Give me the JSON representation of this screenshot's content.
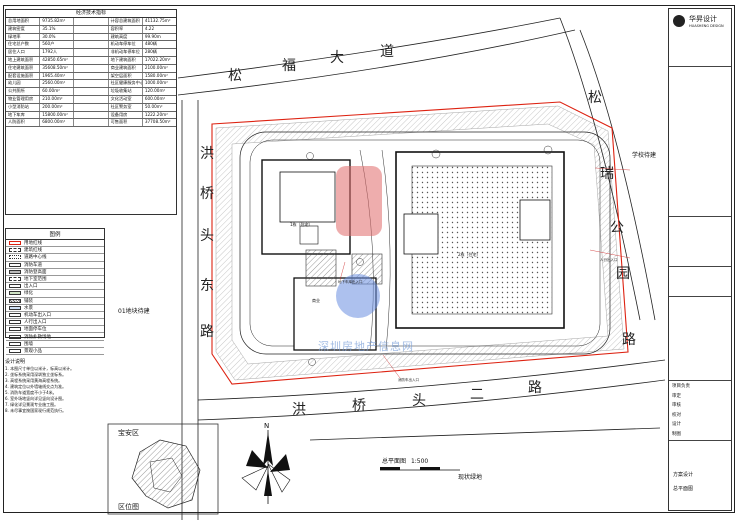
{
  "drawing": {
    "title": "总平面图",
    "scale": "1:500",
    "roads": {
      "north": [
        "松",
        "福",
        "大",
        "道"
      ],
      "east": [
        "松",
        "瑞",
        "公",
        "园"
      ],
      "south": [
        "洪",
        "桥",
        "头",
        "二",
        "路"
      ],
      "west": [
        "洪",
        "桥",
        "头",
        "东",
        "路"
      ],
      "east_end": "路"
    },
    "landmarks": {
      "school": "学校待建",
      "plot01": "01地块待建",
      "green": "现状绿地"
    },
    "watermark": "深圳房地产信息网",
    "entrance_labels": [
      "地下车库出入口",
      "消防车出入口",
      "人行出入口"
    ]
  },
  "location_map": {
    "district": "宝安区",
    "caption": "区位图"
  },
  "compass": {
    "north": "N"
  },
  "economic_table": {
    "title": "经济技术指标",
    "rows": [
      [
        "总用地面积",
        "9735.82m²",
        "",
        "计容总建筑面积",
        "41132.75m²"
      ],
      [
        "建筑密度",
        "35.1%",
        "",
        "容积率",
        "4.22"
      ],
      [
        "绿地率",
        "30.0%",
        "",
        "建筑高度",
        "99.90m"
      ],
      [
        "住宅总户数",
        "560户",
        "",
        "机动车停车位",
        "480辆"
      ],
      [
        "居住人口",
        "1792人",
        "",
        "非机动车停车位",
        "280辆"
      ],
      [
        "地上建筑面积",
        "42850.65m²",
        "",
        "地下建筑面积",
        "17022.20m²"
      ],
      [
        "住宅建筑面积",
        "35608.50m²",
        "",
        "商业建筑面积",
        "2100.00m²"
      ],
      [
        "配套设施面积",
        "1965.40m²",
        "",
        "架空层面积",
        "1580.00m²"
      ],
      [
        "幼儿园",
        "2560.00m²",
        "",
        "社区健康服务中心",
        "1000.00m²"
      ],
      [
        "公共厕所",
        "60.00m²",
        "",
        "垃圾收集站",
        "120.00m²"
      ],
      [
        "物业管理用房",
        "210.00m²",
        "",
        "文化活动室",
        "600.00m²"
      ],
      [
        "小型消防站",
        "200.00m²",
        "",
        "社区警务室",
        "50.00m²"
      ],
      [
        "地下车库",
        "15800.00m²",
        "",
        "设备用房",
        "1222.20m²"
      ],
      [
        "人防面积",
        "6800.00m²",
        "",
        "可售面积",
        "37708.50m²"
      ]
    ]
  },
  "legend": {
    "title": "图例",
    "items": [
      "用地红线",
      "建筑红线",
      "道路中心线",
      "消防车道",
      "消防登高面",
      "地下室范围",
      "出入口",
      "绿化",
      "铺装",
      "水景",
      "机动车出入口",
      "人行出入口",
      "地面停车位",
      "消防扑救场地",
      "围墙",
      "景观小品"
    ]
  },
  "notes": {
    "title": "设计说明",
    "lines": [
      "1. 本图尺寸单位以米计，标高以米计。",
      "2. 坐标系统采用深圳独立坐标系。",
      "3. 高程系统采用黄海高程系统。",
      "4. 建筑定位以外墙轴线交点为准。",
      "5. 消防车道宽度不小于4米。",
      "6. 室外场地竖向详见竖向设计图。",
      "7. 绿化详见景观专业施工图。",
      "8. 未尽事宜按国家现行规范执行。"
    ]
  },
  "title_block": {
    "firm_cn": "华昇设计",
    "firm_en": "HUASHENG DESIGN",
    "sheet_name": "总平面图",
    "stage": "方案设计",
    "roles": [
      "项目负责",
      "审定",
      "审核",
      "校对",
      "设计",
      "制图"
    ]
  },
  "building_labels": {
    "tower_a": "1栋（住宅）",
    "tower_b": "2栋（住宅）",
    "podium": "商业"
  }
}
